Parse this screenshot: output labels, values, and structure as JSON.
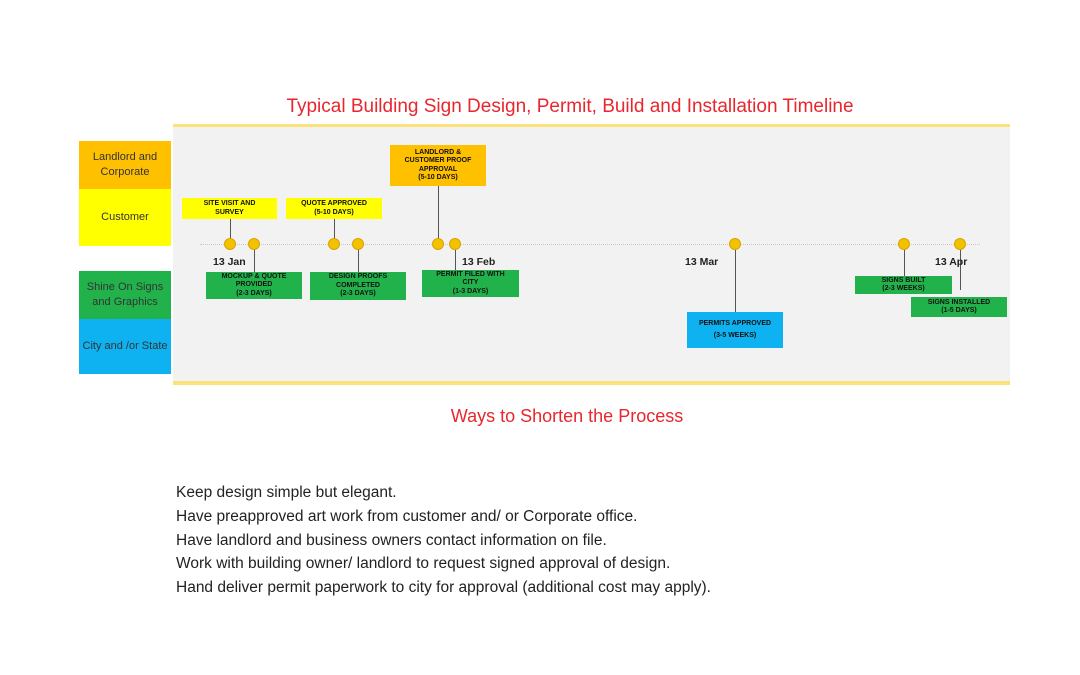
{
  "title": "Typical Building Sign Design, Permit, Build and Installation Timeline",
  "lanes": [
    {
      "label": "Landlord and Corporate",
      "color": "#ffc000"
    },
    {
      "label": "Customer",
      "color": "#ffff00"
    },
    {
      "label": "Shine On Signs and Graphics",
      "color": "#22b24c"
    },
    {
      "label": "City and /or State",
      "color": "#0eb2f0"
    }
  ],
  "ticks": [
    "13 Jan",
    "13 Feb",
    "13 Mar",
    "13 Apr"
  ],
  "milestones": [
    {
      "lines": [
        "SITE VISIT AND",
        "SURVEY"
      ],
      "lane": "Customer"
    },
    {
      "lines": [
        "MOCKUP & QUOTE",
        "PROVIDED",
        "(2-3 DAYS)"
      ],
      "lane": "Shine On Signs and Graphics"
    },
    {
      "lines": [
        "QUOTE APPROVED",
        "(5-10 DAYS)"
      ],
      "lane": "Customer"
    },
    {
      "lines": [
        "DESIGN PROOFS",
        "COMPLETED",
        "(2-3 DAYS)"
      ],
      "lane": "Shine On Signs and Graphics"
    },
    {
      "lines": [
        "LANDLORD &",
        "CUSTOMER PROOF",
        "APPROVAL",
        "(5-10 DAYS)"
      ],
      "lane": "Landlord and Corporate"
    },
    {
      "lines": [
        "PERMIT FILED WITH",
        "CITY",
        "(1-3 DAYS)"
      ],
      "lane": "Shine On Signs and Graphics"
    },
    {
      "lines": [
        "PERMITS APPROVED",
        "(3-5 WEEKS)"
      ],
      "lane": "City and /or State"
    },
    {
      "lines": [
        "SIGNS BUILT",
        "(2-3 WEEKS)"
      ],
      "lane": "Shine On Signs and Graphics"
    },
    {
      "lines": [
        "SIGNS INSTALLED",
        "(1-5 DAYS)"
      ],
      "lane": "Shine On Signs and Graphics"
    }
  ],
  "subtitle": "Ways to Shorten the Process",
  "tips": [
    "Keep design simple but elegant.",
    "Have preapproved art work from customer and/ or Corporate office.",
    "Have landlord and business owners contact information on file.",
    "Work with building owner/ landlord to request signed approval of design.",
    "Hand deliver permit paperwork to city for approval (additional cost may apply)."
  ]
}
